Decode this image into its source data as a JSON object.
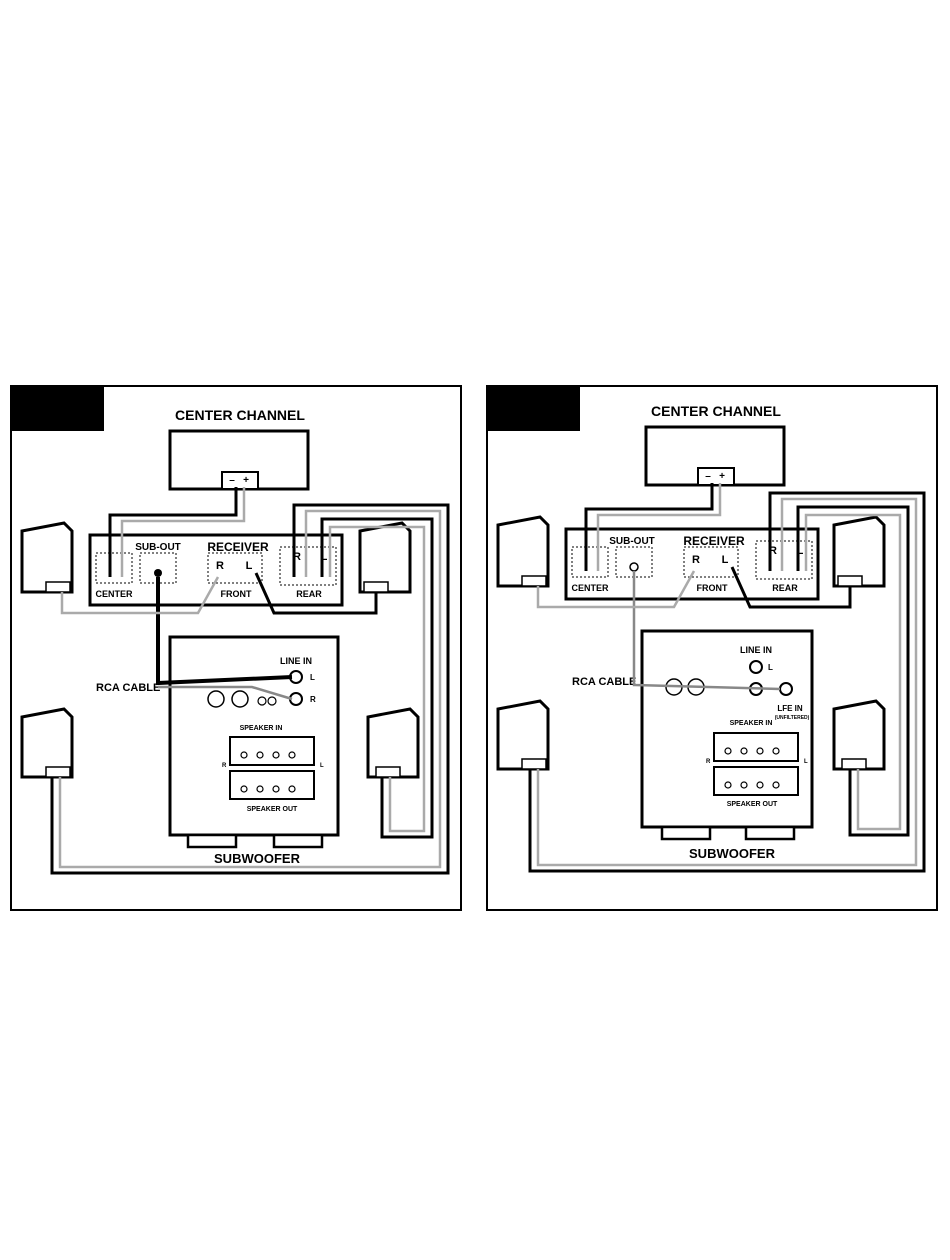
{
  "diagrams": [
    {
      "center_channel": "CENTER CHANNEL",
      "receiver": "RECEIVER",
      "sub_out": "SUB-OUT",
      "center": "CENTER",
      "front": "FRONT",
      "rear": "REAR",
      "rca_cable": "RCA CABLE",
      "line_in": "LINE IN",
      "speaker_in": "SPEAKER IN",
      "speaker_out": "SPEAKER OUT",
      "subwoofer": "SUBWOOFER",
      "r": "R",
      "l": "L",
      "minus": "–",
      "plus": "+"
    },
    {
      "center_channel": "CENTER CHANNEL",
      "receiver": "RECEIVER",
      "sub_out": "SUB-OUT",
      "center": "CENTER",
      "front": "FRONT",
      "rear": "REAR",
      "rca_cable": "RCA CABLE",
      "line_in": "LINE IN",
      "lfe_in": "LFE IN",
      "unfiltered": "(UNFILTERED)",
      "speaker_in": "SPEAKER IN",
      "speaker_out": "SPEAKER OUT",
      "subwoofer": "SUBWOOFER",
      "r": "R",
      "l": "L",
      "minus": "–",
      "plus": "+"
    }
  ]
}
